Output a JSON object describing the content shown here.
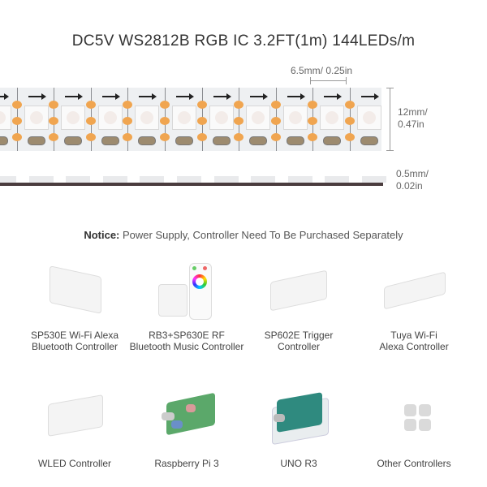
{
  "header": {
    "title": "DC5V WS2812B RGB IC 3.2FT(1m) 144LEDs/m"
  },
  "dimensions": {
    "pitch": "6.5mm/ 0.25in",
    "width_line1": "12mm/",
    "width_line2": "0.47in",
    "thickness_line1": "0.5mm/",
    "thickness_line2": "0.02in"
  },
  "colors": {
    "solder_pad": "#f0a550",
    "strip_bg": "#eef0f2",
    "strip_side": "#4a3c3e"
  },
  "notice": {
    "prefix": "Notice:",
    "text": " Power Supply, Controller Need To Be Purchased Separately"
  },
  "controllers": [
    {
      "line1": "SP530E Wi-Fi Alexa",
      "line2": "Bluetooth Controller",
      "icon": "controller-box-icon"
    },
    {
      "line1": "RB3+SP630E RF",
      "line2": "Bluetooth Music Controller",
      "icon": "remote-controller-icon"
    },
    {
      "line1": "SP602E Trigger",
      "line2": "Controller",
      "icon": "controller-box-icon"
    },
    {
      "line1": "Tuya Wi-Fi",
      "line2": "Alexa Controller",
      "icon": "controller-box-icon"
    },
    {
      "line1": "WLED Controller",
      "line2": "",
      "icon": "controller-box-icon"
    },
    {
      "line1": "Raspberry Pi 3",
      "line2": "",
      "icon": "raspberry-pi-board-icon"
    },
    {
      "line1": "UNO R3",
      "line2": "",
      "icon": "arduino-board-icon"
    },
    {
      "line1": "Other Controllers",
      "line2": "",
      "icon": "grid-icon"
    }
  ]
}
